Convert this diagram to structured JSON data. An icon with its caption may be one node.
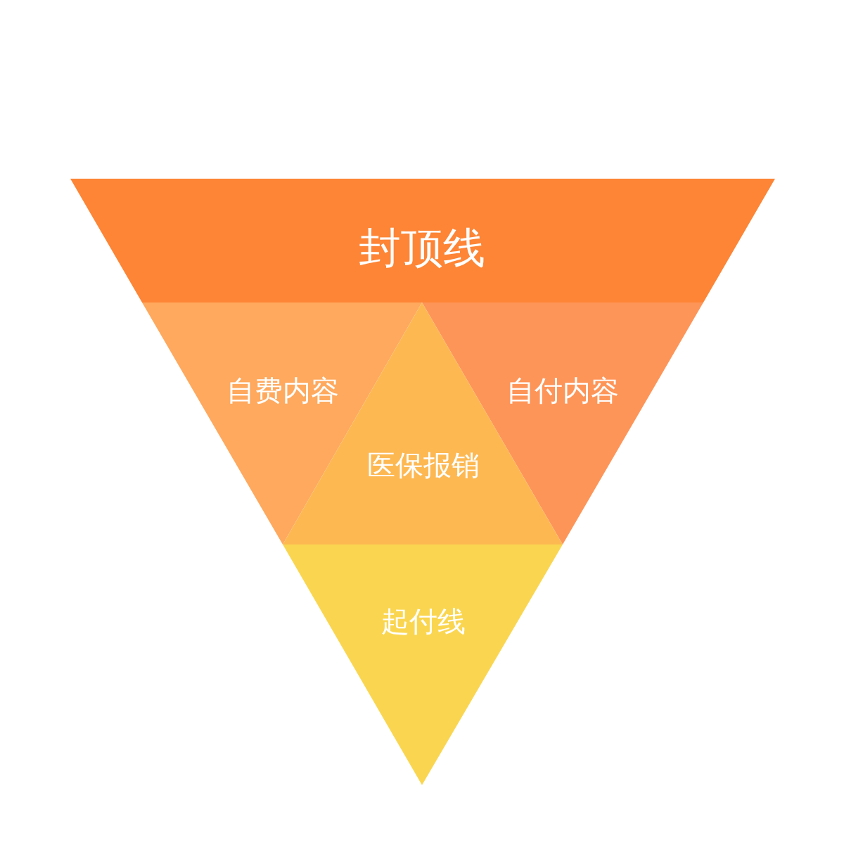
{
  "diagram": {
    "nodes": [
      {
        "text": [
          "封顶线"
        ]
      },
      {
        "text": [
          "自费内容"
        ]
      },
      {
        "text": [
          "自付内容"
        ]
      },
      {
        "text": [
          "医保报销"
        ]
      },
      {
        "text": [
          "起付线"
        ]
      }
    ]
  }
}
